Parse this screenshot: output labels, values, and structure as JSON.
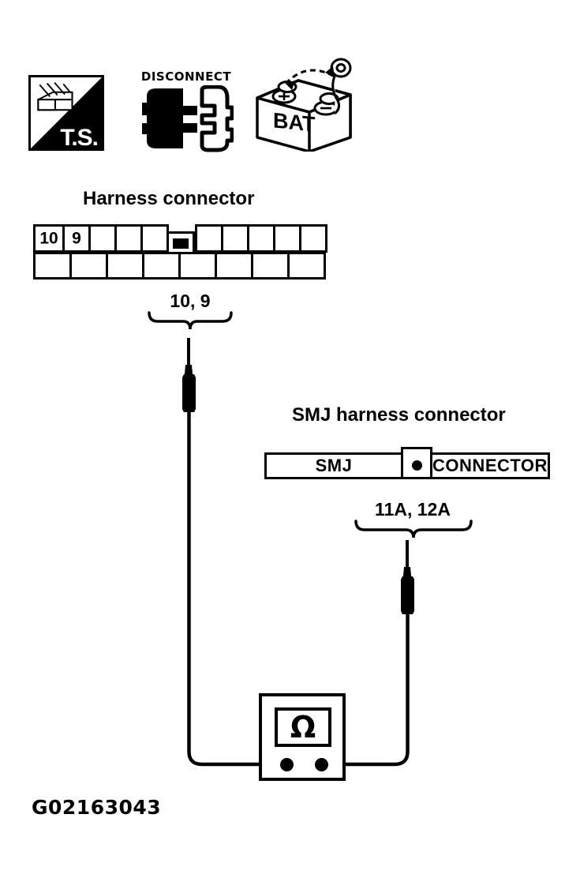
{
  "figure": {
    "id_label": "G02163043",
    "ink_color": "#000000",
    "background_color": "#ffffff"
  },
  "icons": {
    "ts": {
      "name": "terminal-side-icon",
      "label": "T.S."
    },
    "disconnect": {
      "name": "disconnect-icon",
      "label": "DISCONNECT"
    },
    "battery": {
      "name": "battery-icon",
      "label": "BAT"
    }
  },
  "harness_connector": {
    "title": "Harness connector",
    "top_row": [
      {
        "label": "10",
        "type": "pin"
      },
      {
        "label": "9",
        "type": "pin"
      },
      {
        "label": "",
        "type": "pin"
      },
      {
        "label": "",
        "type": "pin"
      },
      {
        "label": "",
        "type": "pin"
      },
      {
        "label": "",
        "type": "notch"
      },
      {
        "label": "",
        "type": "pin"
      },
      {
        "label": "",
        "type": "pin"
      },
      {
        "label": "",
        "type": "pin"
      },
      {
        "label": "",
        "type": "pin"
      },
      {
        "label": "",
        "type": "pin"
      }
    ],
    "bottom_row": [
      {
        "label": ""
      },
      {
        "label": ""
      },
      {
        "label": ""
      },
      {
        "label": ""
      },
      {
        "label": ""
      },
      {
        "label": ""
      },
      {
        "label": ""
      },
      {
        "label": ""
      }
    ],
    "probe_label": "10, 9"
  },
  "smj_connector": {
    "title": "SMJ harness connector",
    "left_label": "SMJ",
    "right_label": "CONNECTOR",
    "marker": "dot",
    "probe_label": "11A, 12A"
  },
  "meter": {
    "name": "ohmmeter",
    "display_symbol": "Ω",
    "terminals": 2
  }
}
